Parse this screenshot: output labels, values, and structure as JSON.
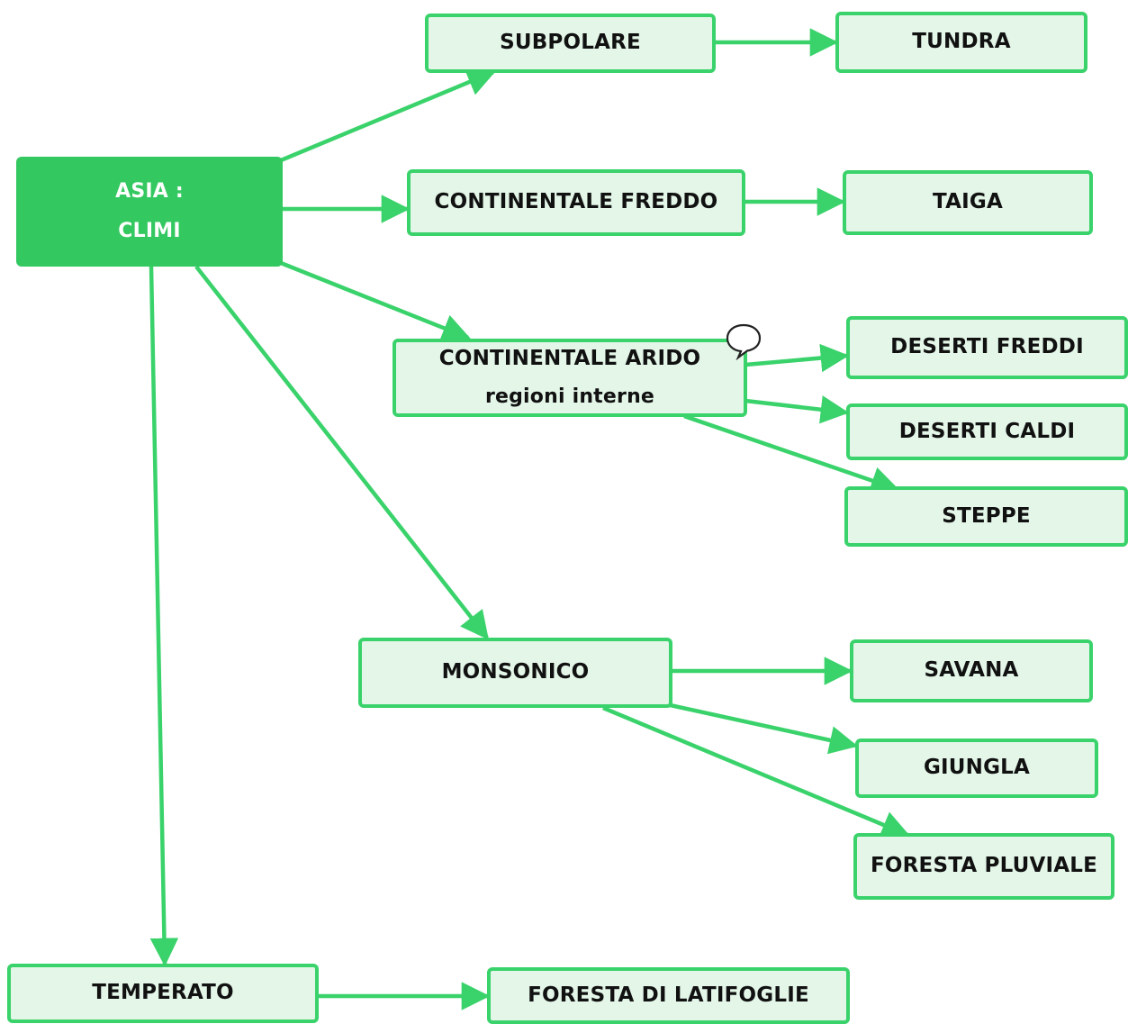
{
  "colors": {
    "accent": "#3ad26b",
    "root_fill": "#34c860",
    "node_fill": "#e3f6e8",
    "text": "#111111"
  },
  "nodes": {
    "root": {
      "line1": "ASIA :",
      "line2": "CLIMI"
    },
    "subpolare": "SUBPOLARE",
    "tundra": "TUNDRA",
    "continentale_freddo": "CONTINENTALE FREDDO",
    "taiga": "TAIGA",
    "continentale_arido": {
      "line1": "CONTINENTALE ARIDO",
      "line2": "regioni interne"
    },
    "deserti_freddi": "DESERTI FREDDI",
    "deserti_caldi": "DESERTI CALDI",
    "steppe": "STEPPE",
    "monsonico": "MONSONICO",
    "savana": "SAVANA",
    "giungla": "GIUNGLA",
    "foresta_pluviale": "FORESTA PLUVIALE",
    "temperato": "TEMPERATO",
    "foresta_latifoglie": "FORESTA DI LATIFOGLIE"
  },
  "comment_icon": "speech-bubble-icon"
}
